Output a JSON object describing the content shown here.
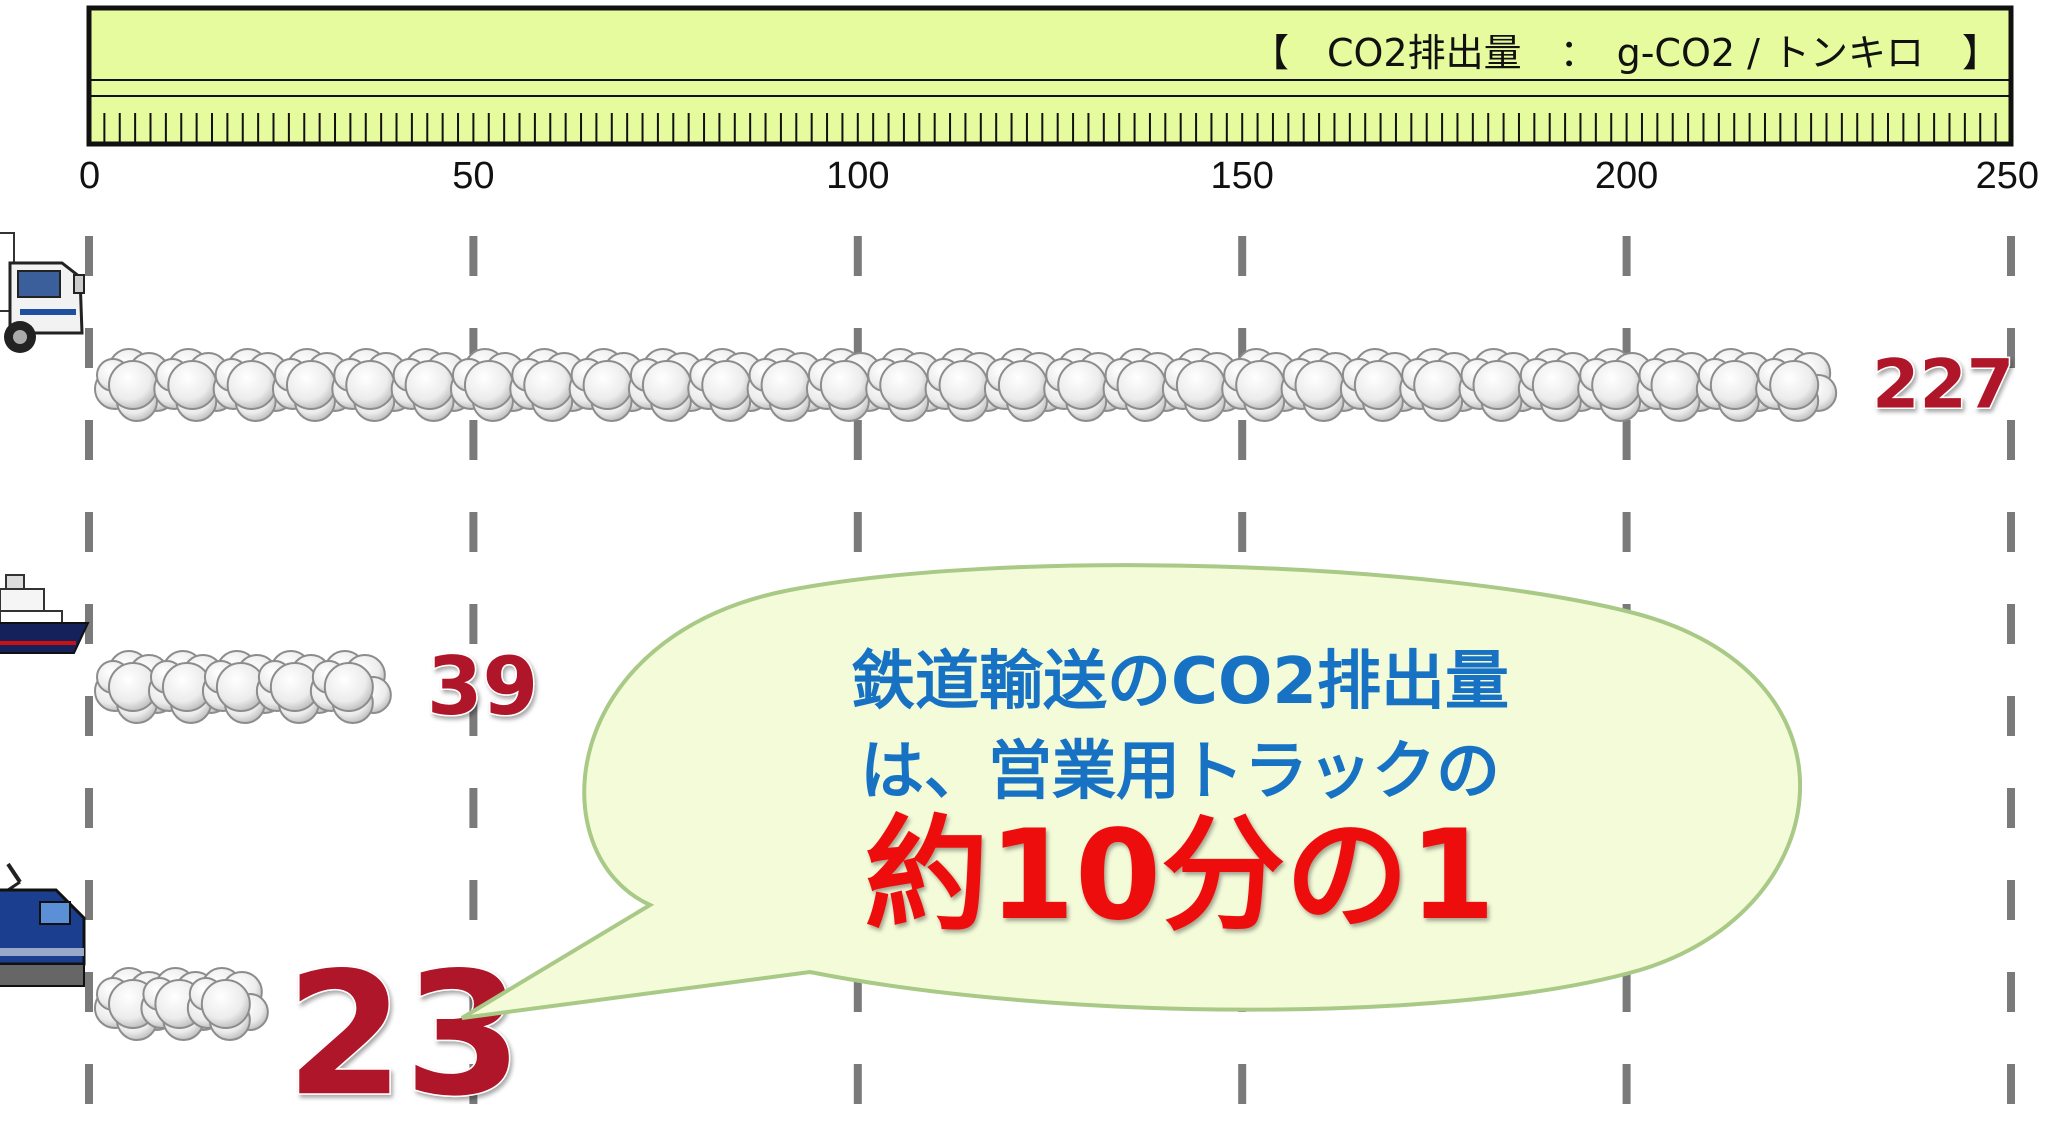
{
  "header": {
    "unit_label": "【　CO2排出量　：　g-CO2 / トンキロ　】"
  },
  "chart_data": {
    "type": "bar",
    "categories": [
      "営業用トラック",
      "船舶",
      "鉄道"
    ],
    "values": [
      227,
      39,
      23
    ],
    "value_labels": [
      "227",
      "39",
      "23"
    ],
    "xlim": [
      0,
      250
    ],
    "xticks": [
      "0",
      "50",
      "100",
      "150",
      "200",
      "250"
    ],
    "xlabel": "【　CO2排出量　：　g-CO2 / トンキロ　】",
    "grid": true
  },
  "callout": {
    "line1": "鉄道輸送のCO2排出量",
    "line2": "は、営業用トラックの",
    "line3": "約10分の1"
  },
  "icons": [
    "truck-icon",
    "ship-icon",
    "locomotive-icon"
  ],
  "colors": {
    "header_bg": "#e6fb9e",
    "value_red": "#b0182a",
    "callout_blue": "#1772c4",
    "callout_red": "#ee1111",
    "callout_fill": "#f4fbd9",
    "callout_stroke": "#a9c986",
    "grid": "#7a7a7a"
  }
}
